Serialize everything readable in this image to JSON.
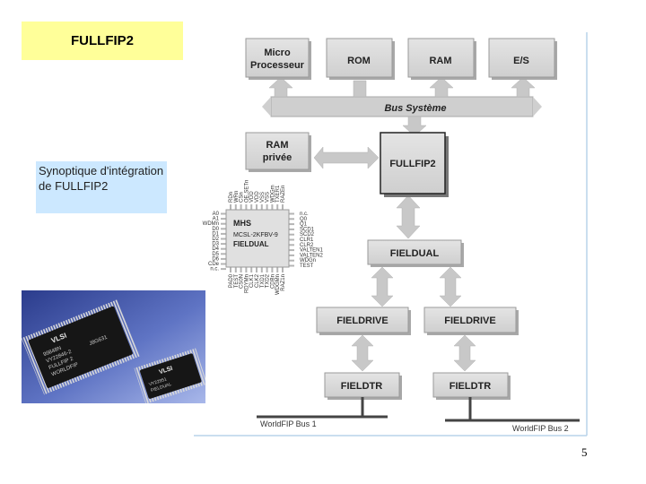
{
  "title": "FULLFIP2",
  "caption": "Synoptique d'intégration de FULLFIP2",
  "page_number": "5",
  "blocks": {
    "micro_1": "Micro",
    "micro_2": "Processeur",
    "rom": "ROM",
    "ram": "RAM",
    "es": "E/S",
    "bus_systeme": "Bus Système",
    "ram_privee_1": "RAM",
    "ram_privee_2": "privée",
    "fullfip2": "FULLFIP2",
    "fielddual": "FIELDUAL",
    "fielddrive_1": "FIELDRIVE",
    "fielddrive_2": "FIELDRIVE",
    "fieldtr_1": "FIELDTR",
    "fieldtr_2": "FIELDTR",
    "bus_1": "WorldFIP Bus 1",
    "bus_2": "WorldFIP Bus 2"
  },
  "chip": {
    "brand": "MHS",
    "part": "MCSL-2KFBV-9",
    "name": "FIELDUAL",
    "left_pins": [
      "A0",
      "A1",
      "WDMn",
      "D0",
      "D1",
      "D2",
      "D3",
      "D4",
      "D5",
      "D6",
      "CDe",
      "n.c."
    ],
    "right_pins": [
      "n.c.",
      "Q0",
      "Q1",
      "SCD1",
      "SCD2",
      "CLR1",
      "CLR2",
      "VALTEN1",
      "VALTEN2",
      "WDGn",
      "TEST"
    ],
    "top_pins": [
      "RDn",
      "WRn",
      "CSn",
      "OE.SETn",
      "VDD",
      "VDD",
      "VSS",
      "VSS",
      "WDGm",
      "TXER1",
      "RAZEn"
    ],
    "bottom_pins": [
      "PAD0",
      "TEST",
      "CS0N",
      "RDYMn",
      "CLK1",
      "CLK2",
      "TXD1",
      "TXD2",
      "CDBn",
      "WDGMn",
      "RAZ1n"
    ]
  },
  "photo": {
    "chip1_lines": [
      "VLSI",
      "99848N",
      "VY22846-2",
      "FULLFIP 2",
      "WORLDFIP"
    ],
    "chip2_lines": [
      "VLSI",
      "VY22951",
      "FIELDUAL"
    ],
    "chip1_code": "J8G631"
  },
  "colors": {
    "title_bg": "#ffff99",
    "caption_bg": "#cce8ff",
    "block_fill": "#d6d6d6",
    "arrow_fill": "#c8c8c8"
  }
}
